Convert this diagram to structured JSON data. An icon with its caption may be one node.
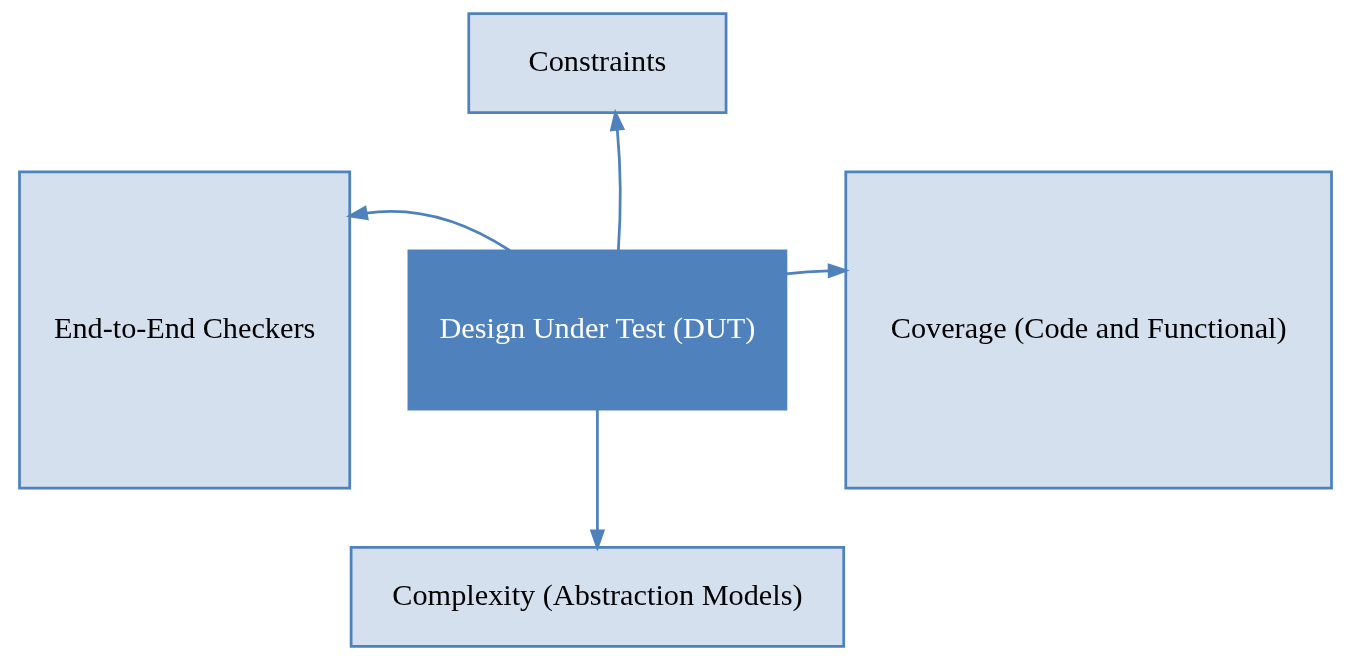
{
  "diagram": {
    "nodes": [
      {
        "text": [
          "Constraints"
        ]
      },
      {
        "text": [
          "End-to-End Checkers"
        ]
      },
      {
        "text": [
          "Design Under Test (DUT)"
        ]
      },
      {
        "text": [
          "Coverage (Code and Functional)"
        ]
      },
      {
        "text": [
          "Complexity (Abstraction Models)"
        ]
      }
    ],
    "edges": [
      {
        "from": 2,
        "to": 0,
        "arrow": "to"
      },
      {
        "from": 2,
        "to": 1,
        "arrow": "to"
      },
      {
        "from": 2,
        "to": 3,
        "arrow": "to"
      },
      {
        "from": 2,
        "to": 4,
        "arrow": "to"
      }
    ]
  }
}
